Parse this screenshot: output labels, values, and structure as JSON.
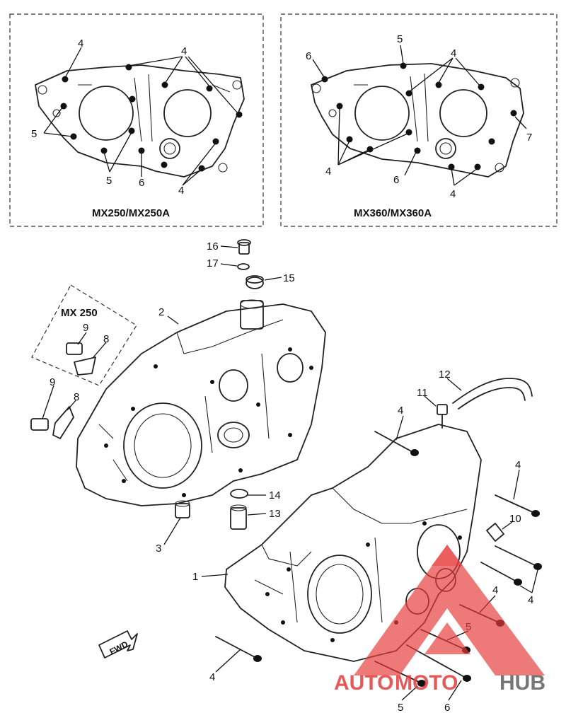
{
  "panels": {
    "left_caption": "MX250/MX250A",
    "right_caption": "MX360/MX360A",
    "inset_label": "MX 250"
  },
  "callouts": {
    "p1": "1",
    "p2": "2",
    "p3": "3",
    "p4": "4",
    "p5": "5",
    "p6": "6",
    "p7": "7",
    "p8": "8",
    "p9": "9",
    "p10": "10",
    "p11": "11",
    "p12": "12",
    "p13": "13",
    "p14": "14",
    "p15": "15",
    "p16": "16",
    "p17": "17"
  },
  "fwd_label": "FWD",
  "watermark": {
    "part1": "AUTO",
    "part2": "MOTO",
    "part3": "HUB",
    "red": "#e53b3b",
    "gray": "#5f5f5f"
  }
}
